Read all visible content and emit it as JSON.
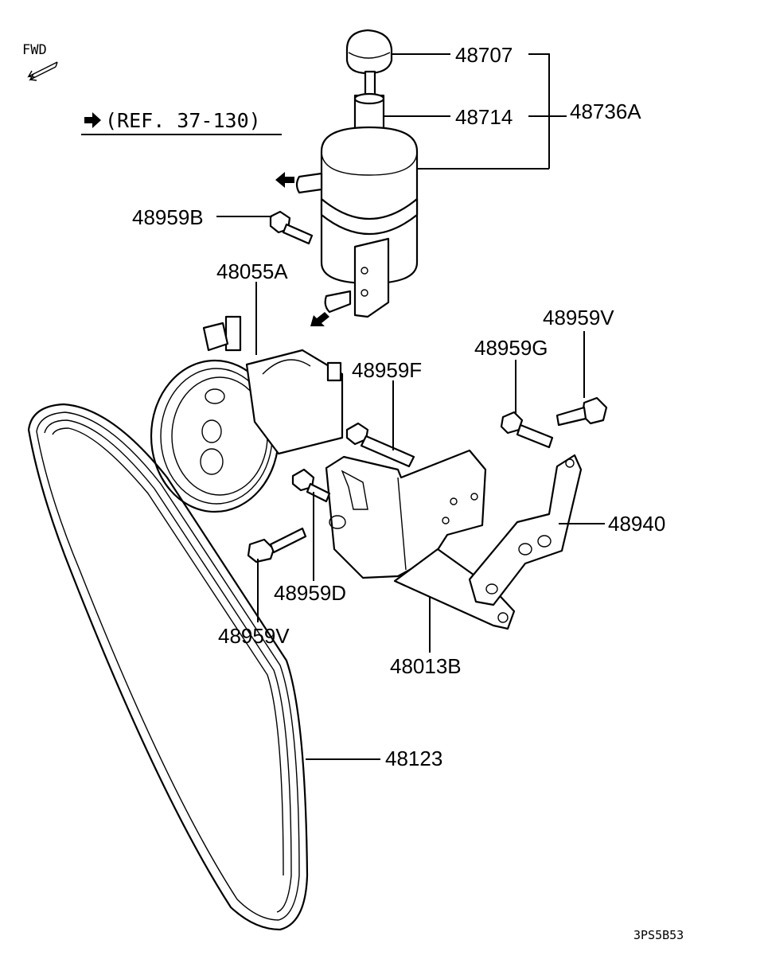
{
  "fwd": {
    "label": "FWD"
  },
  "reference": {
    "text": "(REF. 37-130)"
  },
  "callouts": {
    "c48707": "48707",
    "c48714": "48714",
    "c48736A": "48736A",
    "c48959B": "48959B",
    "c48055A": "48055A",
    "c48959V_top": "48959V",
    "c48959G": "48959G",
    "c48959F": "48959F",
    "c48940": "48940",
    "c48959D": "48959D",
    "c48959V_bottom": "48959V",
    "c48013B": "48013B",
    "c48123": "48123"
  },
  "figure_code": "3PS5B53"
}
